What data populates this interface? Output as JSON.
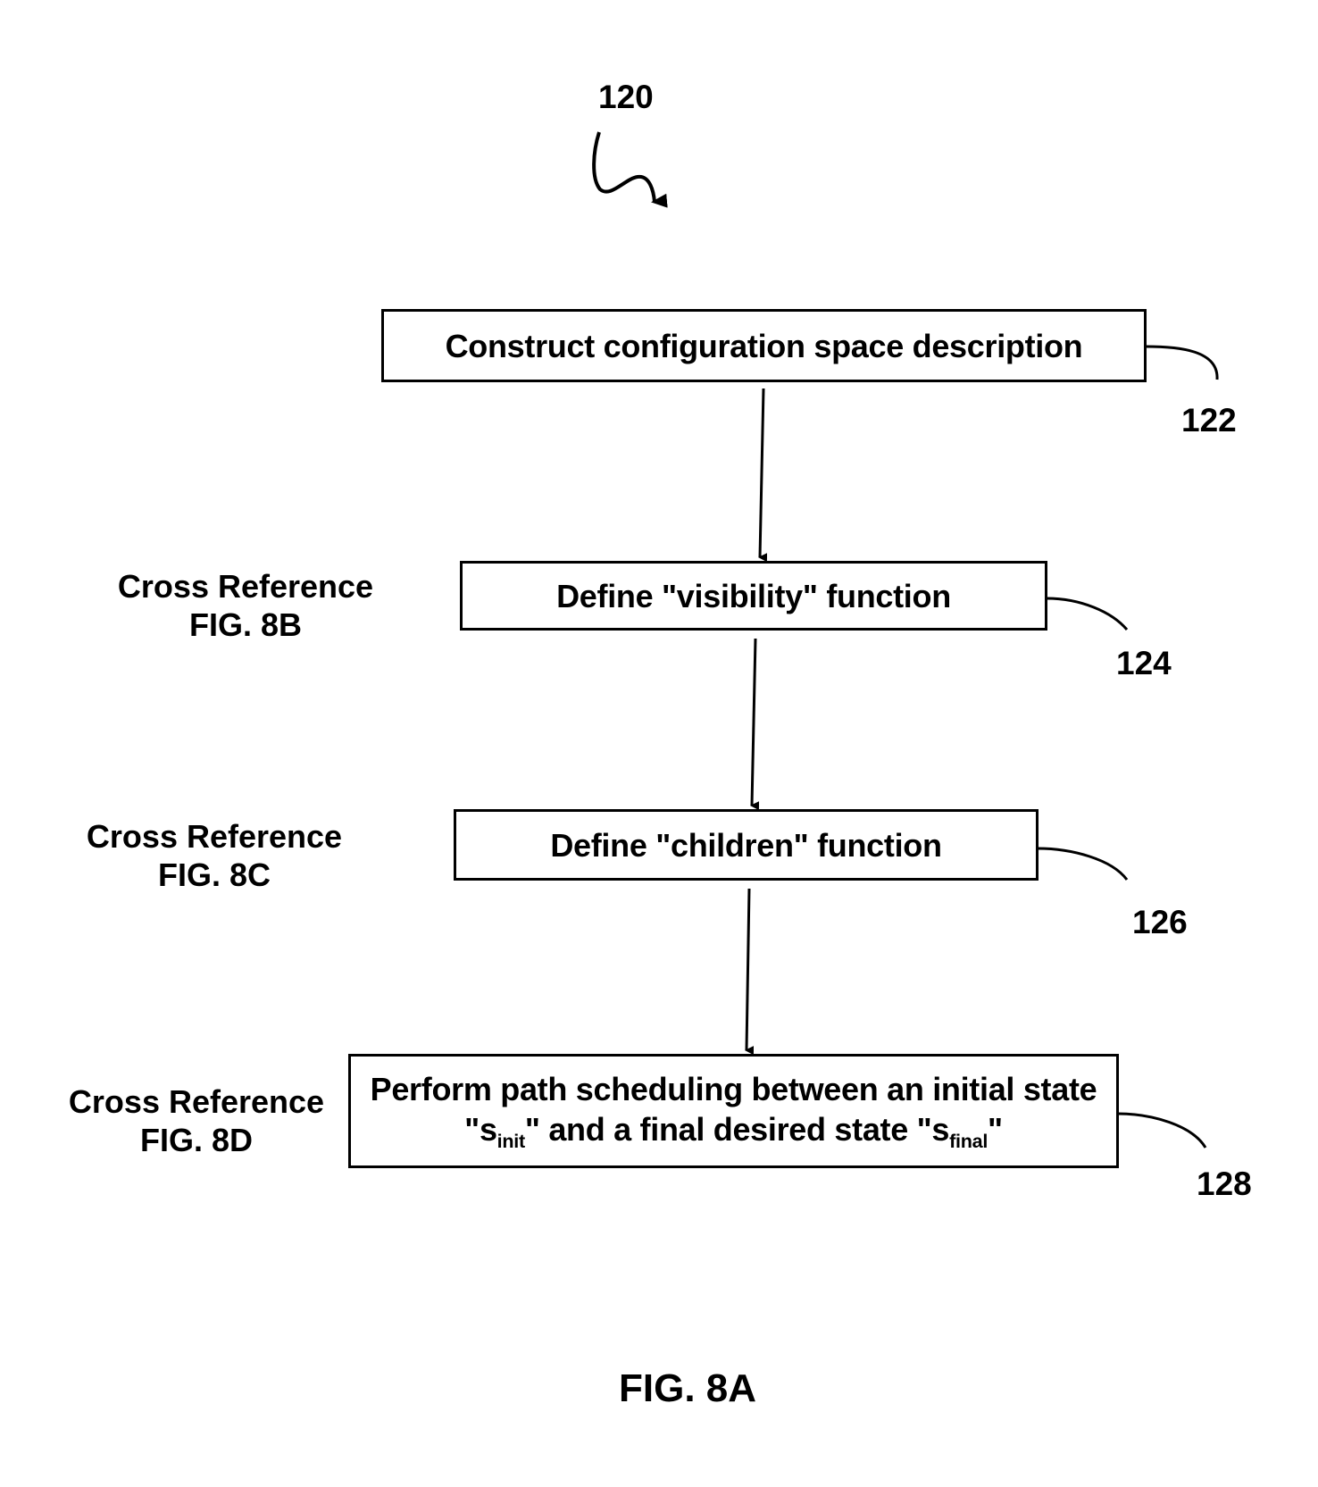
{
  "figure": {
    "reference": "120",
    "caption": "FIG. 8A"
  },
  "steps": [
    {
      "id": "122",
      "text": "Construct configuration space description"
    },
    {
      "id": "124",
      "text": "Define \"visibility\" function",
      "cross_ref": {
        "label": "Cross Reference",
        "fig": "FIG. 8B"
      }
    },
    {
      "id": "126",
      "text": "Define \"children\" function",
      "cross_ref": {
        "label": "Cross Reference",
        "fig": "FIG. 8C"
      }
    },
    {
      "id": "128",
      "line1": "Perform path scheduling between an initial state",
      "line2_pre": "\"s",
      "sub_init": "init",
      "line2_mid": "\" and a final desired state \"s",
      "sub_final": "final",
      "line2_post": "\"",
      "cross_ref": {
        "label": "Cross Reference",
        "fig": "FIG. 8D"
      }
    }
  ]
}
